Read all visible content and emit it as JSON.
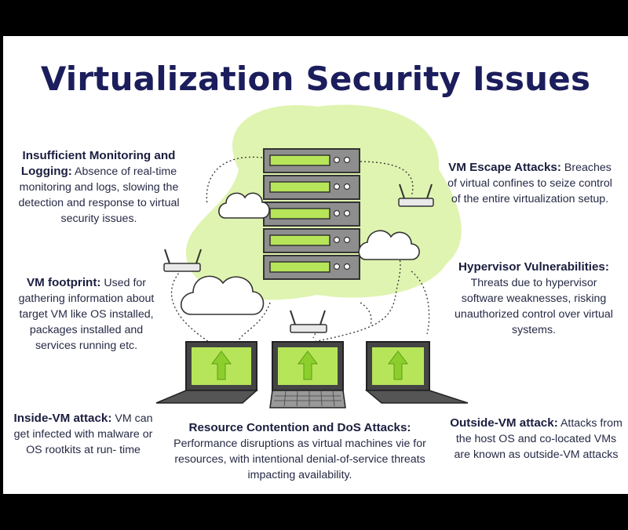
{
  "title": "Virtualization Security Issues",
  "colors": {
    "title": "#1b1d5c",
    "blob": "#dff4b0",
    "screen_green": "#b7e55a",
    "arrow_green": "#8ccf2d",
    "server_gray": "#8e8e8e"
  },
  "icons": [
    "server-rack-icon",
    "router-icon",
    "cloud-icon",
    "laptop-icon",
    "up-arrow-icon"
  ],
  "issues": {
    "monitoring": {
      "heading": "Insufficient Monitoring and Logging:",
      "body": "Absence of real-time monitoring and logs, slowing the detection and response to virtual security issues."
    },
    "footprint": {
      "heading": "VM footprint:",
      "body": "Used for gathering information about target VM like OS installed, packages installed and services running etc."
    },
    "inside": {
      "heading": "Inside-VM attack:",
      "body": "VM can get infected with malware or OS rootkits at run- time"
    },
    "contention": {
      "heading": "Resource Contention and DoS Attacks:",
      "body": "Performance disruptions as virtual machines vie for resources, with intentional denial-of-service threats impacting availability."
    },
    "escape": {
      "heading": "VM Escape Attacks:",
      "body": "Breaches of virtual confines to seize control of the entire virtualization setup."
    },
    "hypervisor": {
      "heading": "Hypervisor Vulnerabilities:",
      "body": "Threats due to hypervisor software weaknesses, risking unauthorized control over virtual systems."
    },
    "outside": {
      "heading": "Outside-VM attack:",
      "body": "Attacks from the host OS and co-located VMs are known as outside-VM attacks"
    }
  }
}
